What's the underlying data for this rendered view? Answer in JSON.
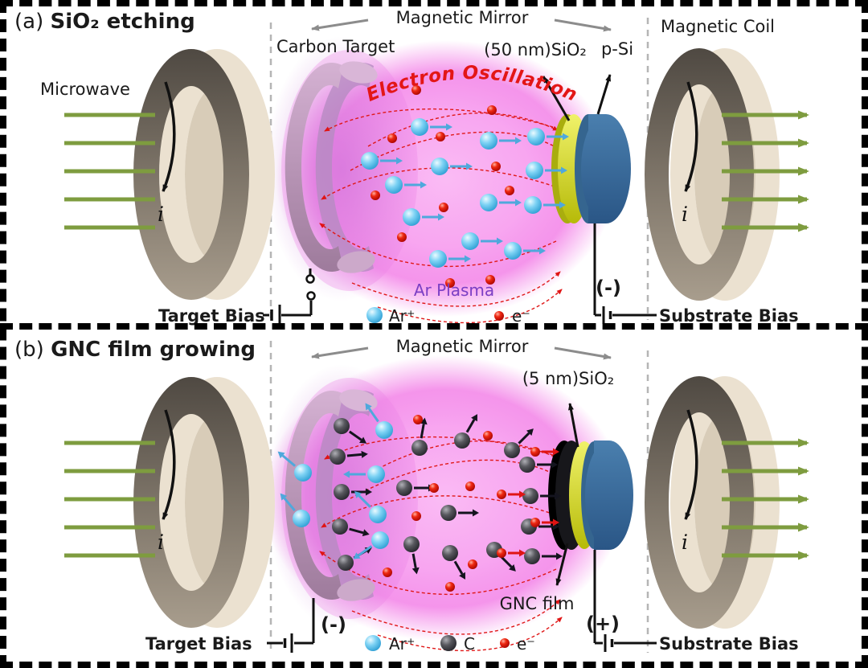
{
  "colors": {
    "plasma": "#f6a0ee",
    "ar_ion": "#5bc0ea",
    "carbon": "#4a4a50",
    "electron": "#e81812",
    "field_line_green": "#7e9c3f",
    "oscillation_red": "#e01818",
    "plasma_text_purple": "#7b3fc4",
    "ar_arrow": "#4fa8dc",
    "c_arrow": "#14141e",
    "e_arrow": "#e01414"
  },
  "shared": {
    "magnetic_mirror": "Magnetic Mirror",
    "target_bias": "Target Bias",
    "substrate_bias": "Substrate Bias",
    "current_symbol": "i"
  },
  "panel_a": {
    "tag": "(a)",
    "title": "SiO₂ etching",
    "microwave": "Microwave",
    "carbon_target": "Carbon Target",
    "magnetic_coil": "Magnetic Coil",
    "electron_oscillation": "Electron Oscillation",
    "sio2": "(50 nm)SiO₂",
    "p_si": "p-Si",
    "ar_plasma": "Ar Plasma",
    "substrate_polarity": "(-)",
    "legend": {
      "ar": "Ar⁺",
      "e": "e⁻"
    },
    "particles": {
      "ar": [
        [
          522,
          158,
          0
        ],
        [
          608,
          175,
          0
        ],
        [
          667,
          170,
          0
        ],
        [
          460,
          200,
          0
        ],
        [
          547,
          207,
          0
        ],
        [
          665,
          212,
          0
        ],
        [
          490,
          230,
          0
        ],
        [
          608,
          252,
          0
        ],
        [
          663,
          255,
          0
        ],
        [
          512,
          270,
          0
        ],
        [
          585,
          300,
          0
        ],
        [
          545,
          322,
          0
        ],
        [
          638,
          312,
          0
        ]
      ],
      "e": [
        [
          518,
          112,
          null
        ],
        [
          612,
          137,
          null
        ],
        [
          548,
          170,
          null
        ],
        [
          488,
          172,
          null
        ],
        [
          617,
          207,
          null
        ],
        [
          467,
          243,
          null
        ],
        [
          634,
          237,
          null
        ],
        [
          552,
          258,
          null
        ],
        [
          500,
          295,
          null
        ],
        [
          560,
          352,
          null
        ],
        [
          610,
          348,
          null
        ]
      ]
    }
  },
  "panel_b": {
    "tag": "(b)",
    "title": "GNC film growing",
    "sio2": "(5 nm)SiO₂",
    "gnc_film": "GNC film",
    "target_polarity": "(-)",
    "substrate_polarity": "(+)",
    "legend": {
      "ar": "Ar⁺",
      "c": "C",
      "e": "e⁻"
    },
    "particles": {
      "c": [
        [
          425,
          530,
          -35
        ],
        [
          420,
          568,
          5
        ],
        [
          425,
          612,
          0
        ],
        [
          423,
          655,
          -15
        ],
        [
          430,
          700,
          30
        ],
        [
          522,
          557,
          80
        ],
        [
          575,
          548,
          60
        ],
        [
          637,
          560,
          45
        ],
        [
          503,
          607,
          0
        ],
        [
          558,
          638,
          0
        ],
        [
          512,
          677,
          -80
        ],
        [
          560,
          688,
          -60
        ],
        [
          615,
          684,
          -45
        ],
        [
          656,
          578,
          0
        ],
        [
          660,
          617,
          0
        ],
        [
          658,
          655,
          0
        ],
        [
          662,
          692,
          0
        ]
      ],
      "ar": [
        [
          478,
          535,
          125
        ],
        [
          377,
          588,
          140
        ],
        [
          468,
          590,
          180
        ],
        [
          375,
          645,
          130
        ],
        [
          470,
          640,
          135
        ],
        [
          473,
          672,
          215
        ]
      ],
      "e": [
        [
          520,
          522,
          null
        ],
        [
          607,
          542,
          null
        ],
        [
          540,
          607,
          null
        ],
        [
          585,
          605,
          null
        ],
        [
          518,
          642,
          null
        ],
        [
          588,
          702,
          null
        ],
        [
          482,
          712,
          null
        ],
        [
          560,
          730,
          null
        ],
        [
          666,
          562,
          0
        ],
        [
          624,
          615,
          0
        ],
        [
          666,
          650,
          0
        ],
        [
          624,
          688,
          0
        ]
      ]
    }
  }
}
